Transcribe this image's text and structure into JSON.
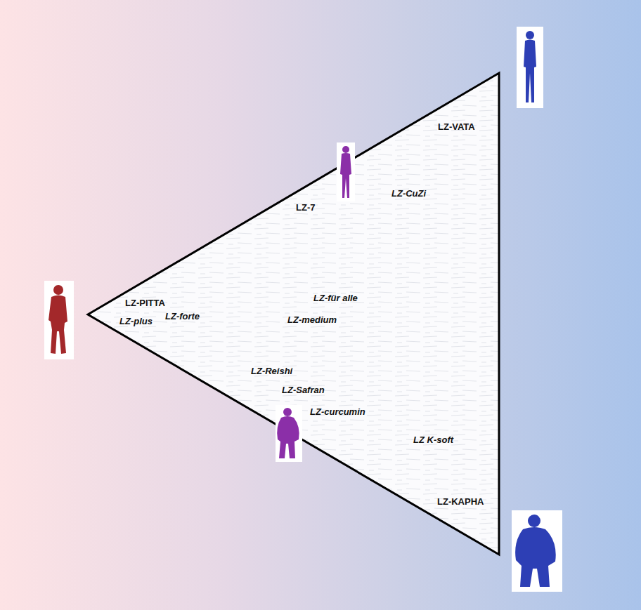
{
  "diagram": {
    "labels": [
      "LZ-VATA",
      "LZ-7",
      "LZ-CuZi",
      "LZ-PITTA",
      "LZ-plus",
      "LZ-forte",
      "LZ-für alle",
      "LZ-medium",
      "LZ-Reishi",
      "LZ-Safran",
      "LZ-curcumin",
      "LZ K-soft",
      "LZ-KAPHA"
    ]
  }
}
